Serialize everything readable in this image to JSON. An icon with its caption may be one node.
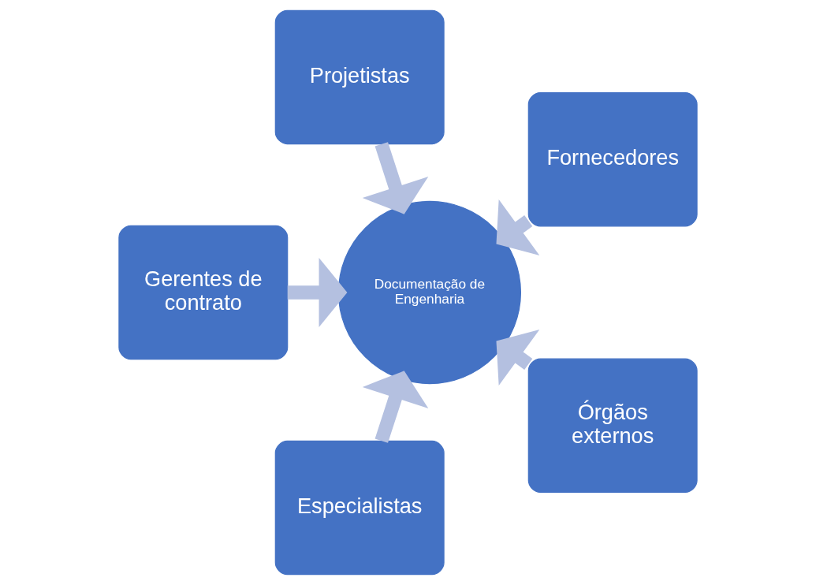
{
  "diagram": {
    "nodes": [
      {
        "text": [
          "Fornecedores"
        ]
      },
      {
        "text": [
          "Projetistas"
        ]
      },
      {
        "text": [
          "Gerentes de contrato"
        ]
      },
      {
        "text": [
          "Especialistas"
        ]
      },
      {
        "text": [
          "Documentação de Engenharia"
        ]
      },
      {
        "text": [
          "Órgãos externos"
        ]
      }
    ],
    "edges": [
      {
        "from": 0,
        "to": 4,
        "arrow": "to"
      },
      {
        "from": 1,
        "to": 4,
        "arrow": "to"
      },
      {
        "from": 2,
        "to": 4,
        "arrow": "to"
      },
      {
        "from": 3,
        "to": 4,
        "arrow": "to"
      },
      {
        "from": 5,
        "to": 4,
        "arrow": "to"
      }
    ]
  }
}
